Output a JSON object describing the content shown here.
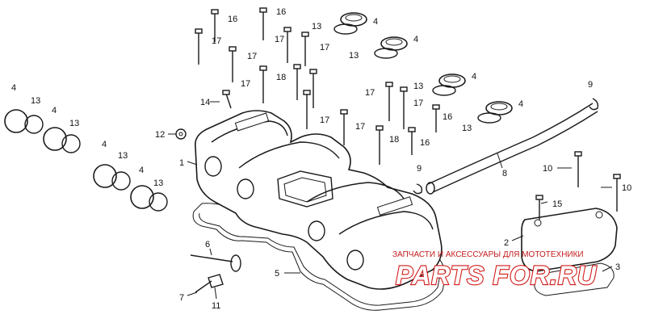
{
  "callouts": [
    {
      "id": "c1",
      "text": "1"
    },
    {
      "id": "c2",
      "text": "2"
    },
    {
      "id": "c3",
      "text": "3"
    },
    {
      "id": "c4a",
      "text": "4"
    },
    {
      "id": "c4b",
      "text": "4"
    },
    {
      "id": "c4c",
      "text": "4"
    },
    {
      "id": "c4d",
      "text": "4"
    },
    {
      "id": "c4e",
      "text": "4"
    },
    {
      "id": "c4f",
      "text": "4"
    },
    {
      "id": "c4g",
      "text": "4"
    },
    {
      "id": "c4h",
      "text": "4"
    },
    {
      "id": "c5",
      "text": "5"
    },
    {
      "id": "c6",
      "text": "6"
    },
    {
      "id": "c7",
      "text": "7"
    },
    {
      "id": "c8",
      "text": "8"
    },
    {
      "id": "c9a",
      "text": "9"
    },
    {
      "id": "c9b",
      "text": "9"
    },
    {
      "id": "c10a",
      "text": "10"
    },
    {
      "id": "c10b",
      "text": "10"
    },
    {
      "id": "c11",
      "text": "11"
    },
    {
      "id": "c12",
      "text": "12"
    },
    {
      "id": "c13a",
      "text": "13"
    },
    {
      "id": "c13b",
      "text": "13"
    },
    {
      "id": "c13c",
      "text": "13"
    },
    {
      "id": "c13d",
      "text": "13"
    },
    {
      "id": "c13e",
      "text": "13"
    },
    {
      "id": "c13f",
      "text": "13"
    },
    {
      "id": "c13g",
      "text": "13"
    },
    {
      "id": "c13h",
      "text": "13"
    },
    {
      "id": "c14",
      "text": "14"
    },
    {
      "id": "c15",
      "text": "15"
    },
    {
      "id": "c16a",
      "text": "16"
    },
    {
      "id": "c16b",
      "text": "16"
    },
    {
      "id": "c16c",
      "text": "16"
    },
    {
      "id": "c16d",
      "text": "16"
    },
    {
      "id": "c17a",
      "text": "17"
    },
    {
      "id": "c17b",
      "text": "17"
    },
    {
      "id": "c17c",
      "text": "17"
    },
    {
      "id": "c17d",
      "text": "17"
    },
    {
      "id": "c17e",
      "text": "17"
    },
    {
      "id": "c17f",
      "text": "17"
    },
    {
      "id": "c17g",
      "text": "17"
    },
    {
      "id": "c17h",
      "text": "17"
    },
    {
      "id": "c17i",
      "text": "17"
    },
    {
      "id": "c18a",
      "text": "18"
    },
    {
      "id": "c18b",
      "text": "18"
    }
  ],
  "watermark": {
    "tagline": "ЗАПЧАСТИ И АКСЕССУАРЫ ДЛЯ МОТОТЕХНИКИ",
    "logo": "PARTS FOR.RU"
  },
  "colors": {
    "line": "#1a1a1a",
    "watermark_red": "#d21a1a"
  }
}
